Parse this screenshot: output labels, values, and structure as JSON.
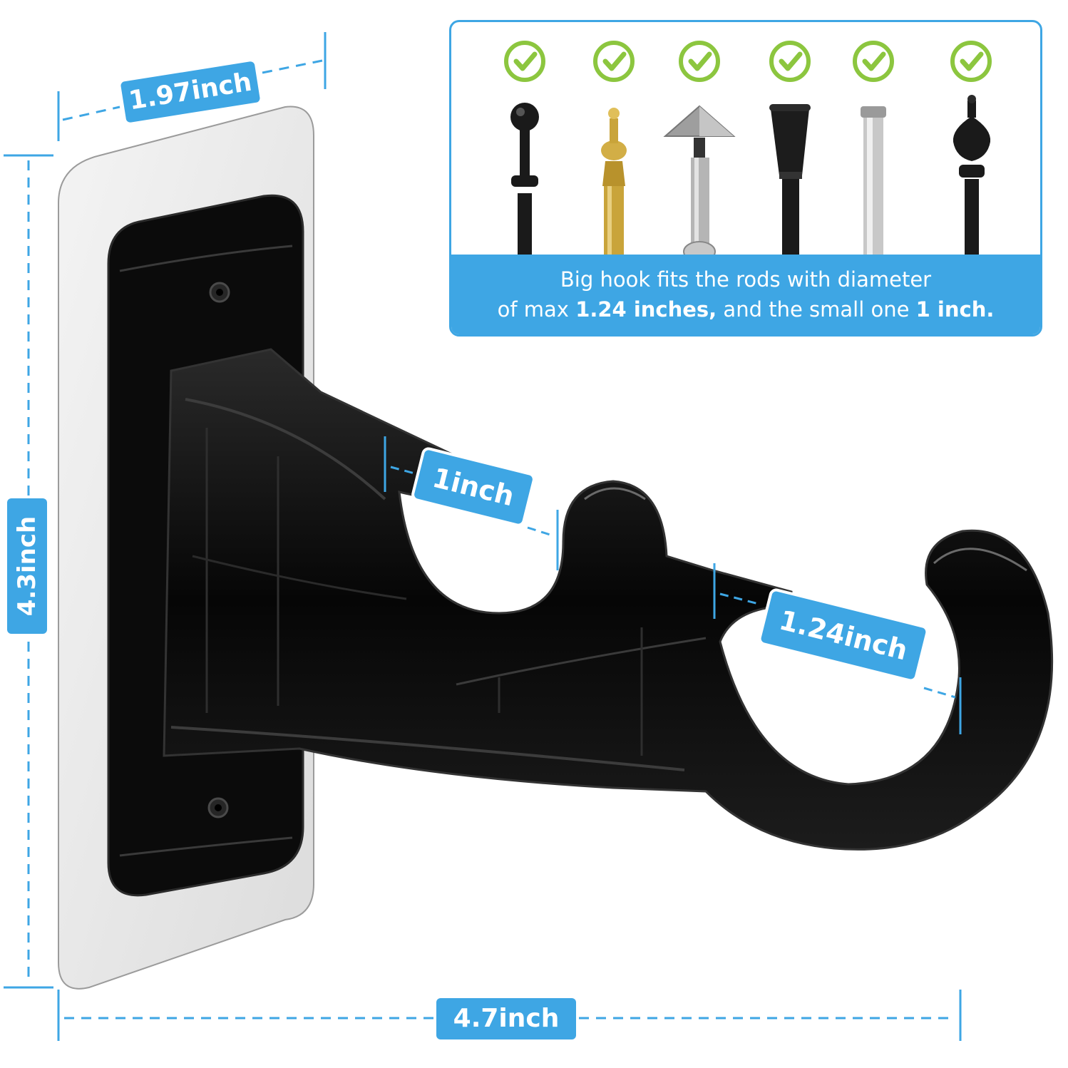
{
  "dimensions": {
    "plate_width": "1.97inch",
    "plate_height": "4.3inch",
    "bracket_length": "4.7inch",
    "small_hook": "1inch",
    "big_hook": "1.24inch"
  },
  "panel": {
    "caption_line1": "Big hook fits the rods with diameter",
    "caption_line2_pre": "of max ",
    "caption_line2_bold1": "1.24 inches,",
    "caption_line2_mid": " and the small one ",
    "caption_line2_bold2": "1 inch.",
    "rods": [
      {
        "finial": "ball",
        "color": "#1a1a1a",
        "checked": true
      },
      {
        "finial": "urn",
        "color": "#c9a43a",
        "checked": true
      },
      {
        "finial": "pyramid",
        "color": "#b5b5b5",
        "checked": true
      },
      {
        "finial": "cone",
        "color": "#1a1a1a",
        "checked": true
      },
      {
        "finial": "cap",
        "color": "#c8c8c8",
        "checked": true
      },
      {
        "finial": "onion",
        "color": "#1a1a1a",
        "checked": true
      }
    ]
  },
  "colors": {
    "accent": "#3ea6e4",
    "check": "#8cc63f",
    "bracket": "#0c0c0c",
    "plate": "#e9e9e9"
  }
}
